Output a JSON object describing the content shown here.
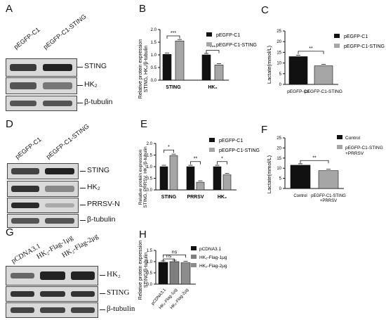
{
  "panels": {
    "A": {
      "letter": "A",
      "lanes": [
        "pEGFP-C1",
        "pEGFP-C1-STING"
      ],
      "bands": [
        "STING",
        "HK₂",
        "β-tubulin"
      ]
    },
    "B": {
      "letter": "B",
      "ylabel": [
        "Relative protein expression",
        "STING, HK₂/β-tubulin"
      ],
      "legend": [
        "pEGFP-C1",
        "pEGFP-C1-STING"
      ],
      "sig": [
        "***",
        "***"
      ]
    },
    "C": {
      "letter": "C",
      "ylabel": "Lactate(mmol/L)",
      "legend": [
        "pEGFP-C1",
        "pEGFP-C1-STING"
      ],
      "sig": [
        "**"
      ]
    },
    "D": {
      "letter": "D",
      "lanes": [
        "pEGFP-C1",
        "pEGFP-C1-STING"
      ],
      "bands": [
        "STING",
        "HK₂",
        "PRRSV-N",
        "β-tubulin"
      ]
    },
    "E": {
      "letter": "E",
      "ylabel": [
        "Relative protein expression",
        "STING, PRRSV, HK₂/β-tubulin"
      ],
      "legend": [
        "pEGFP-C1",
        "pEGFP-C1-STING"
      ],
      "sig": [
        "*",
        "**",
        "*"
      ]
    },
    "F": {
      "letter": "F",
      "ylabel": "Lactate(mmol/L)",
      "legend": [
        "Control",
        "pEGFP-C1-STING",
        "+PRRSV"
      ],
      "sig": [
        "**"
      ]
    },
    "G": {
      "letter": "G",
      "lanes": [
        "pCDNA3.1",
        "HK₂-Flag-1μg",
        "HK₂-Flag-2μg"
      ],
      "bands": [
        "HK₂",
        "STING",
        "β-tubulin"
      ]
    },
    "H": {
      "letter": "H",
      "ylabel": [
        "Relative protein expression",
        "STING/β-tubulin"
      ],
      "legend": [
        "pCDNA3.1",
        "HK₂-Flag-1μg",
        "HK₂-Flag-2μg"
      ],
      "sig": [
        "ns",
        "ns"
      ]
    }
  },
  "chart_data": [
    {
      "panel": "B",
      "type": "bar",
      "categories": [
        "STING",
        "HK₂"
      ],
      "series": [
        {
          "name": "pEGFP-C1",
          "values": [
            1.02,
            1.0
          ],
          "color": "#111111"
        },
        {
          "name": "pEGFP-C1-STING",
          "values": [
            1.55,
            0.6
          ],
          "color": "#a6a6a6"
        }
      ],
      "ylim": [
        0,
        2.0
      ],
      "yticks": [
        "0.0",
        "0.5",
        "1.0",
        "1.5",
        "2.0"
      ]
    },
    {
      "panel": "C",
      "type": "bar",
      "categories": [
        "pEGFP-C1",
        "pEGFP-C1-STING"
      ],
      "series": [
        {
          "name": "values",
          "values": [
            13.0,
            8.7
          ],
          "colors": [
            "#111111",
            "#a6a6a6"
          ]
        }
      ],
      "ylim": [
        0,
        25
      ],
      "yticks": [
        "0",
        "5",
        "10",
        "15",
        "20",
        "25"
      ]
    },
    {
      "panel": "E",
      "type": "bar",
      "categories": [
        "STING",
        "PRRSV",
        "HK₂"
      ],
      "series": [
        {
          "name": "pEGFP-C1",
          "values": [
            1.0,
            1.0,
            1.0
          ],
          "color": "#111111"
        },
        {
          "name": "pEGFP-C1-STING",
          "values": [
            1.48,
            0.33,
            0.65
          ],
          "color": "#a6a6a6"
        }
      ],
      "ylim": [
        0,
        2.0
      ],
      "yticks": [
        "0.0",
        "0.5",
        "1.0",
        "1.5",
        "2.0"
      ]
    },
    {
      "panel": "F",
      "type": "bar",
      "categories": [
        "Control",
        "pEGFP-C1-STING +PRRSV"
      ],
      "series": [
        {
          "name": "values",
          "values": [
            11.5,
            8.8
          ],
          "colors": [
            "#111111",
            "#a6a6a6"
          ]
        }
      ],
      "ylim": [
        0,
        25
      ],
      "yticks": [
        "0",
        "5",
        "10",
        "15",
        "20",
        "25"
      ]
    },
    {
      "panel": "H",
      "type": "bar",
      "categories": [
        "pCDNA3.1",
        "HK₂-Flag-1μg",
        "HK₂-Flag-2μg"
      ],
      "series": [
        {
          "name": "values",
          "values": [
            0.97,
            1.0,
            0.95
          ],
          "colors": [
            "#111111",
            "#7f7f7f",
            "#8c8c8c"
          ]
        }
      ],
      "ylim": [
        0,
        1.5
      ],
      "yticks": [
        "0.0",
        "0.5",
        "1.0",
        "1.5"
      ]
    }
  ]
}
